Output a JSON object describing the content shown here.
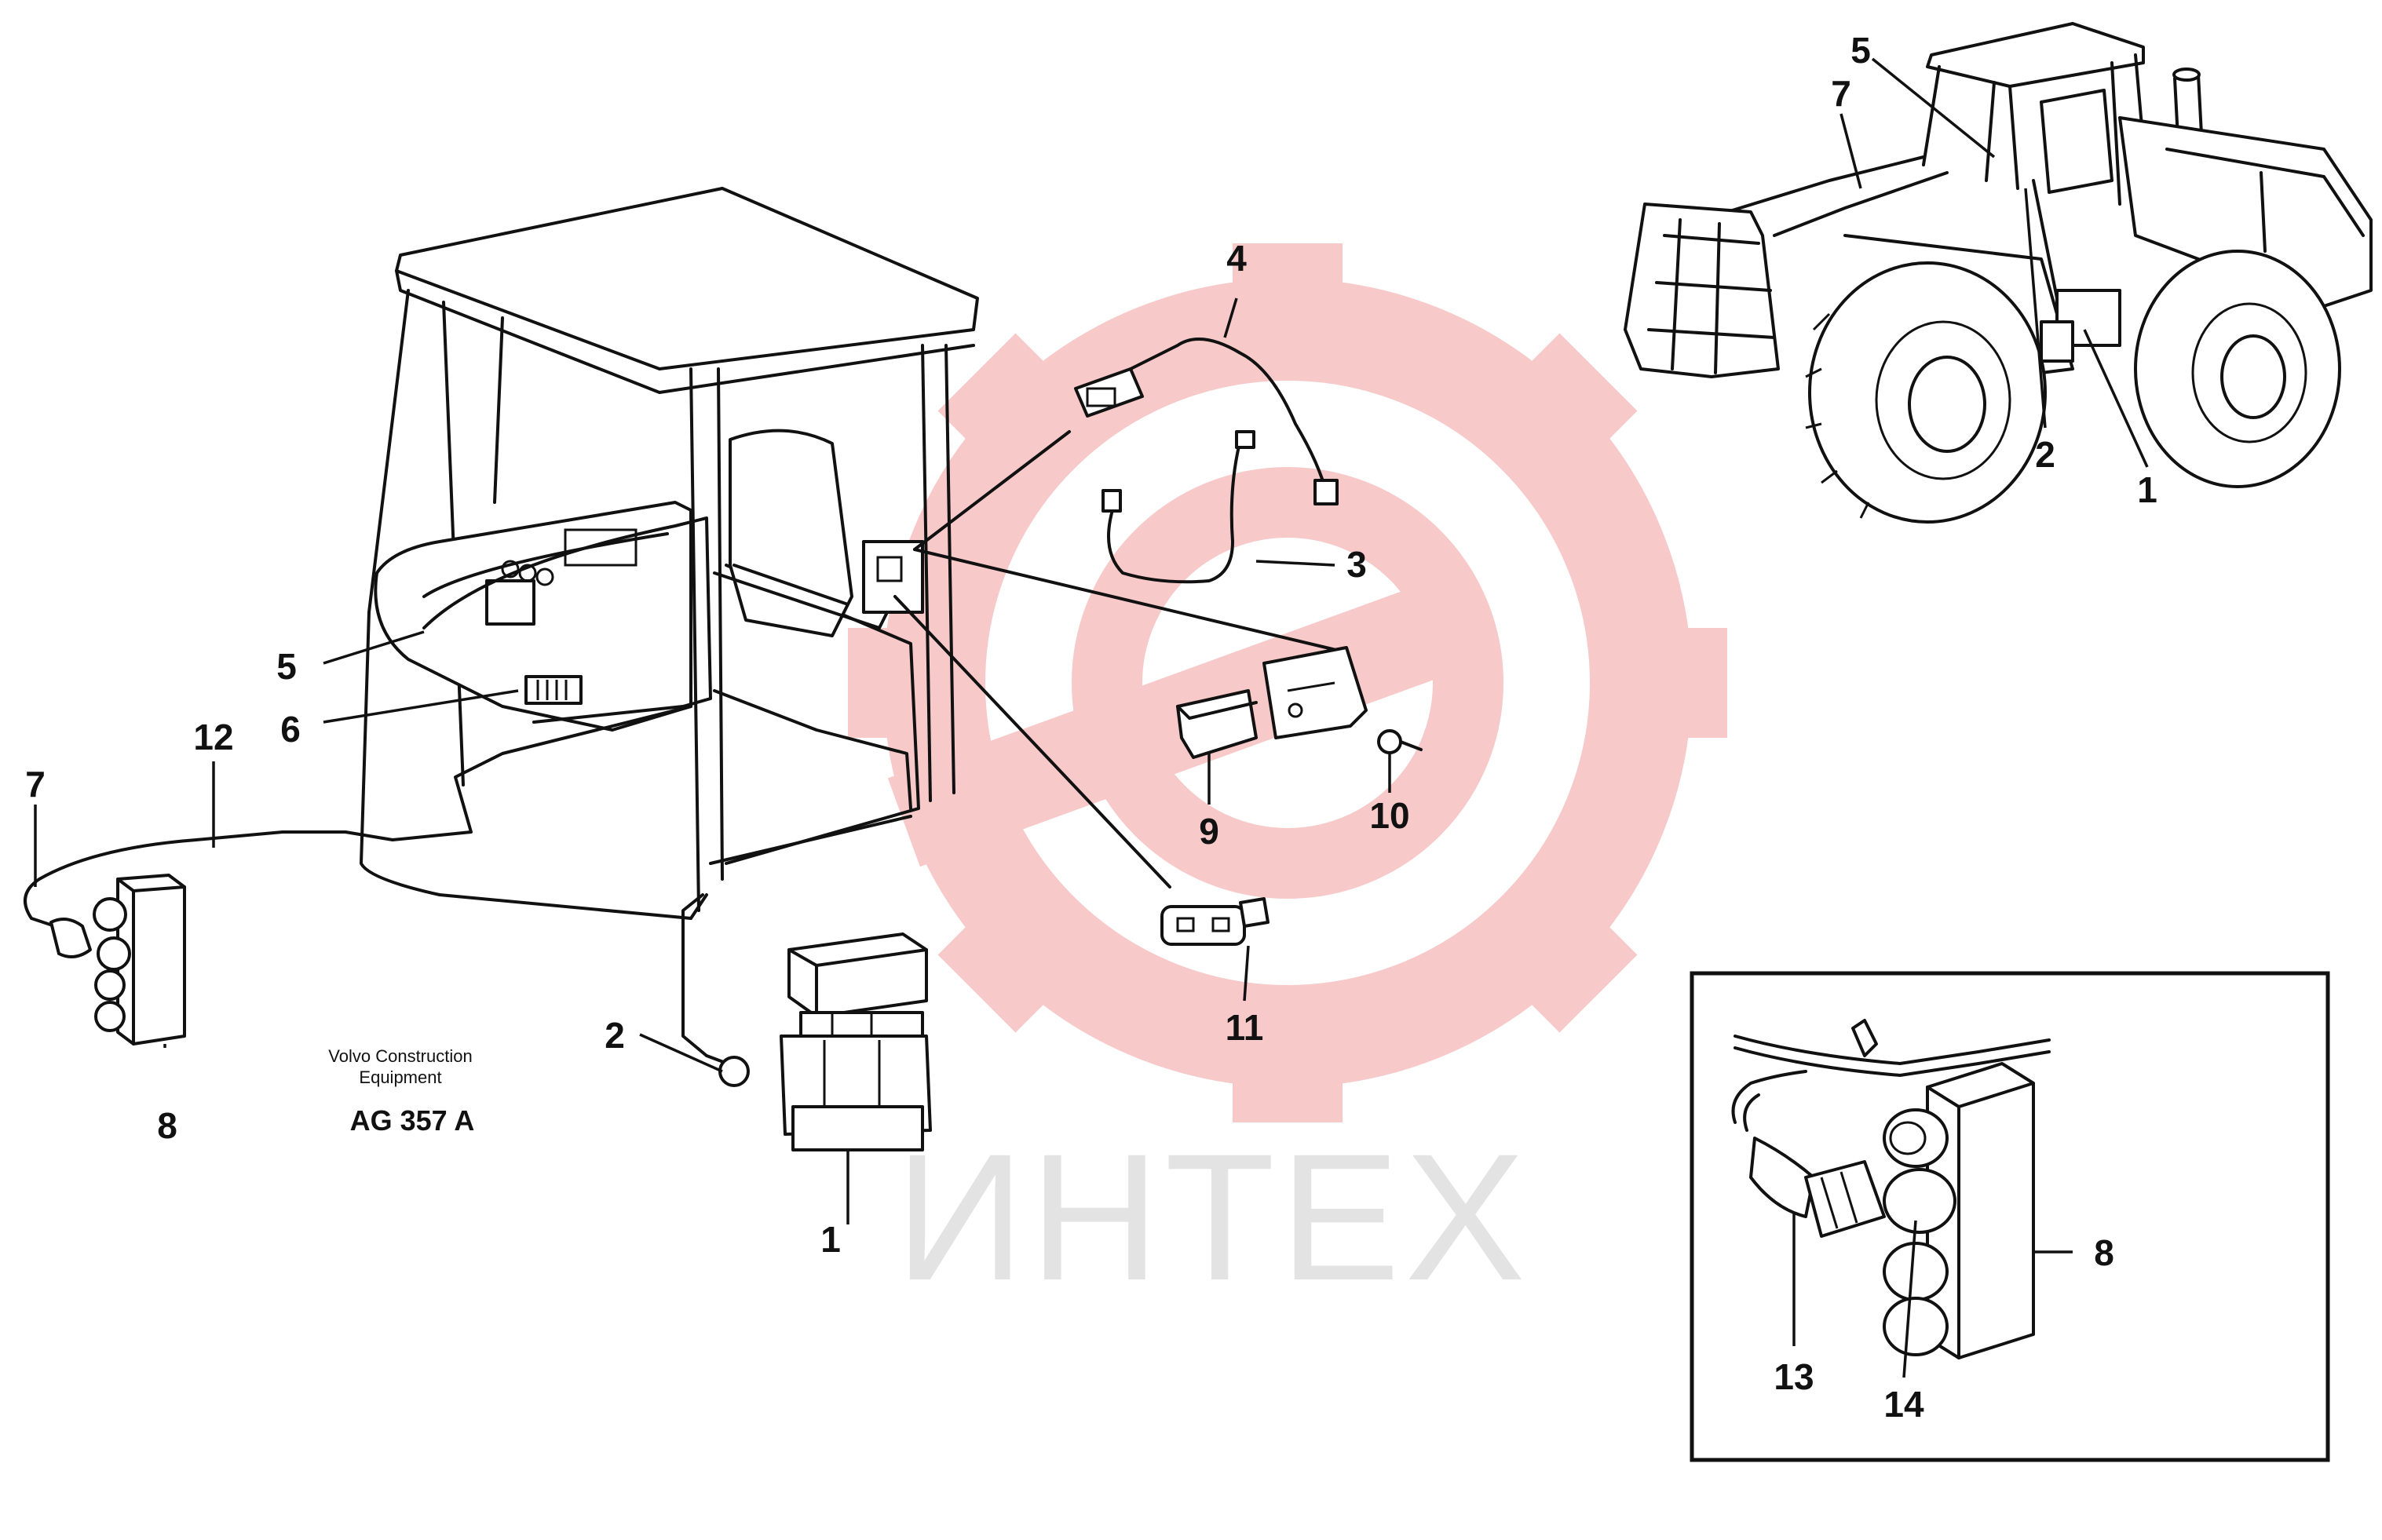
{
  "labels": {
    "cab": [
      "1",
      "2",
      "3",
      "4",
      "5",
      "6",
      "7",
      "8",
      "9",
      "10",
      "11",
      "12"
    ],
    "machine": [
      "5",
      "7",
      "2",
      "1"
    ],
    "inset": [
      "8",
      "13",
      "14"
    ]
  },
  "credit": {
    "line1": "Volvo Construction",
    "line2": "Equipment",
    "code": "AG 357 A"
  },
  "watermark": {
    "text": "ИНТЕХ",
    "gear_color": "#f7c9c9",
    "text_color": "#e3e3e3"
  },
  "colors": {
    "line": "#111111",
    "background": "#ffffff"
  }
}
